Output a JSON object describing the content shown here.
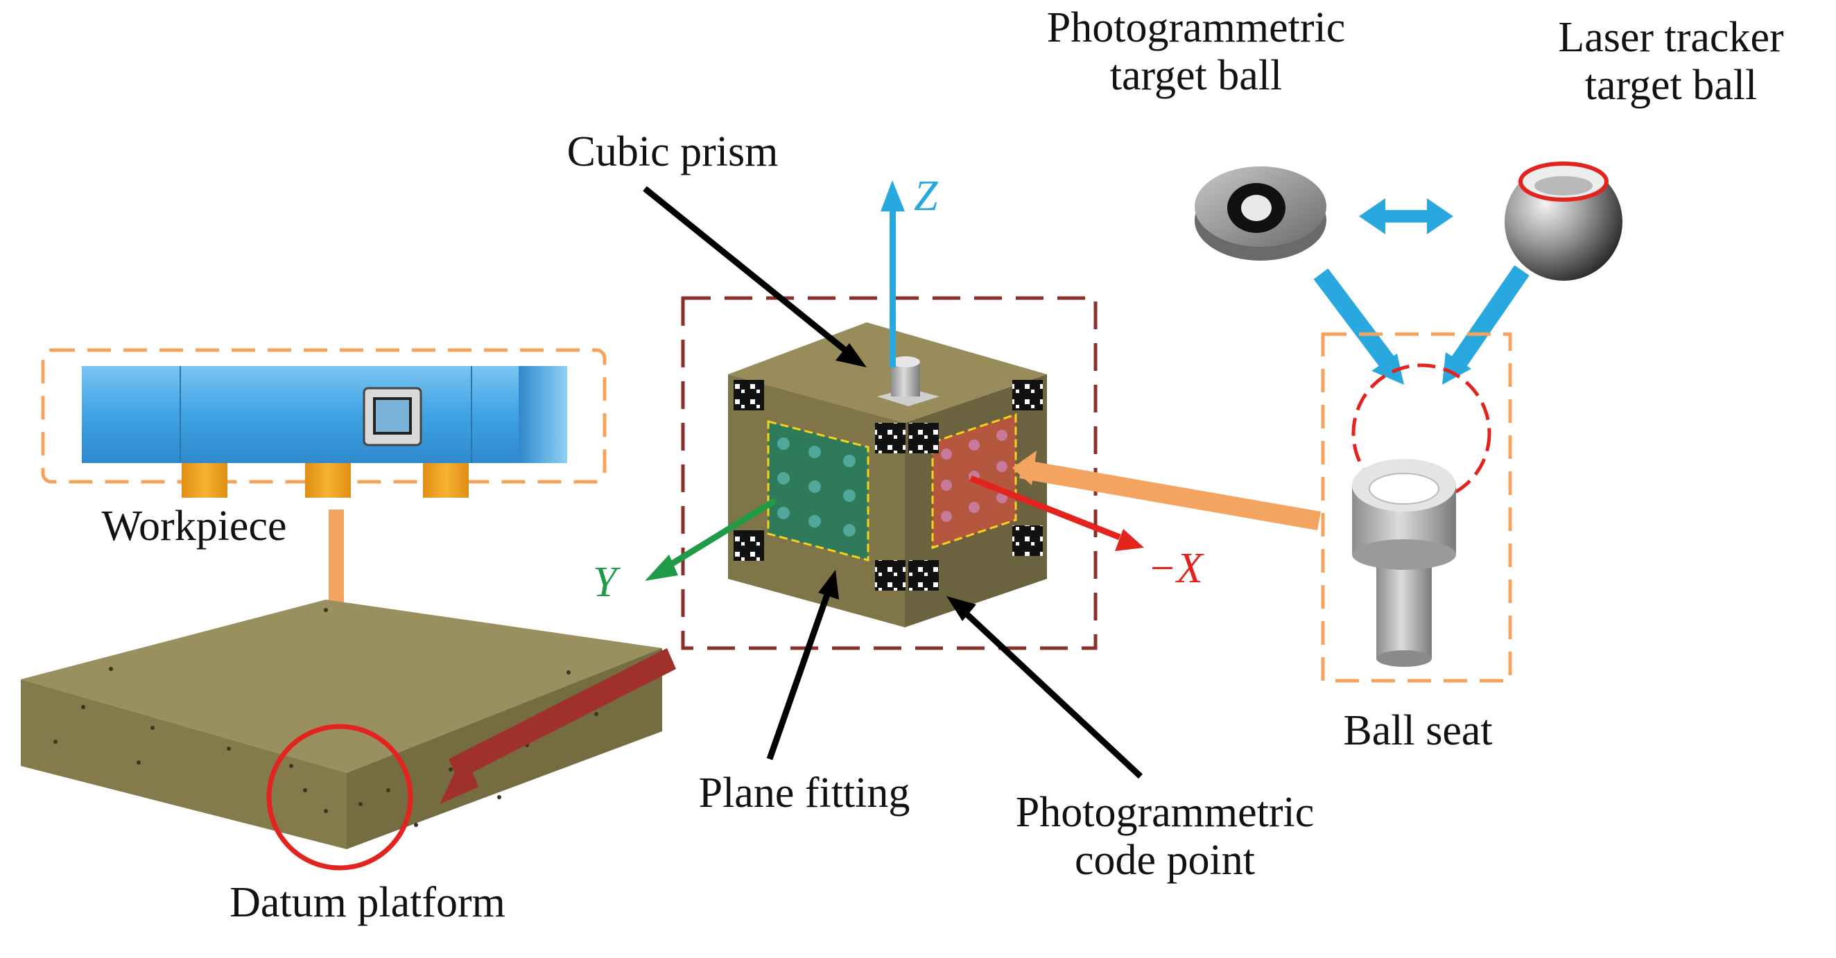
{
  "labels": {
    "photogrammetric_target_ball": [
      "Photogrammetric",
      "target ball"
    ],
    "laser_tracker_target_ball": [
      "Laser tracker",
      "target ball"
    ],
    "cubic_prism": "Cubic prism",
    "workpiece": "Workpiece",
    "ball_seat": "Ball seat",
    "plane_fitting": "Plane fitting",
    "photogrammetric_code_point": [
      "Photogrammetric",
      "code point"
    ],
    "datum_platform": "Datum platform"
  },
  "axes": {
    "z": {
      "text": "Z",
      "color": "#29a8df"
    },
    "y": {
      "text": "Y",
      "color": "#1f9b48"
    },
    "x": {
      "text": "−X",
      "color": "#e3231d"
    }
  },
  "colors": {
    "box_dashed_orange": "#f5a35c",
    "box_dashed_brown": "#8b2f2a",
    "arrow_blue": "#29a8df",
    "arrow_orange": "#f4a461",
    "arrow_brown": "#a0302c",
    "highlight_red": "#e3231d",
    "platform": "#8f8454",
    "workpiece_blue": "#3fa3e4",
    "support_orange": "#f0a21f"
  },
  "icons": [
    "double-arrow-icon",
    "target-ball-icon",
    "reflector-sphere-icon"
  ]
}
